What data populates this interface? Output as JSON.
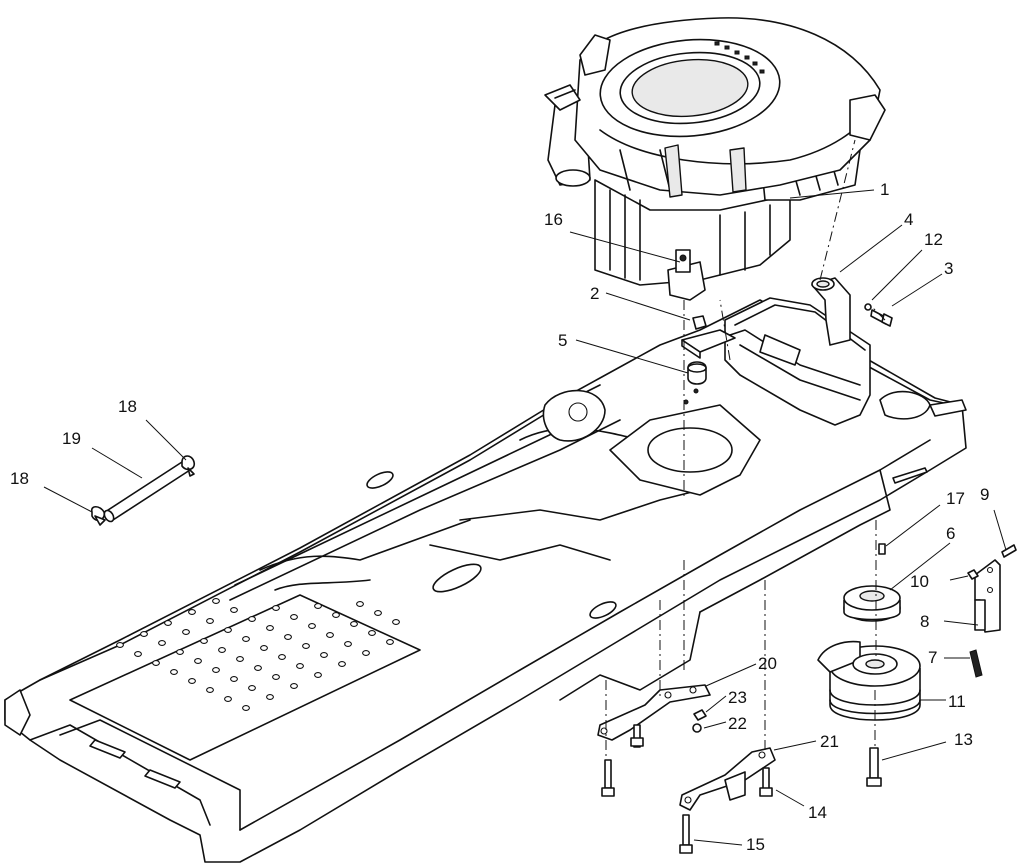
{
  "diagram": {
    "type": "exploded-parts-view",
    "callouts": [
      {
        "id": "c1",
        "label": "1"
      },
      {
        "id": "c2",
        "label": "2"
      },
      {
        "id": "c3",
        "label": "3"
      },
      {
        "id": "c4",
        "label": "4"
      },
      {
        "id": "c5",
        "label": "5"
      },
      {
        "id": "c6",
        "label": "6"
      },
      {
        "id": "c7",
        "label": "7"
      },
      {
        "id": "c8",
        "label": "8"
      },
      {
        "id": "c9",
        "label": "9"
      },
      {
        "id": "c10",
        "label": "10"
      },
      {
        "id": "c11",
        "label": "11"
      },
      {
        "id": "c12",
        "label": "12"
      },
      {
        "id": "c13",
        "label": "13"
      },
      {
        "id": "c14",
        "label": "14"
      },
      {
        "id": "c15",
        "label": "15"
      },
      {
        "id": "c16",
        "label": "16"
      },
      {
        "id": "c17",
        "label": "17"
      },
      {
        "id": "c18a",
        "label": "18"
      },
      {
        "id": "c18b",
        "label": "18"
      },
      {
        "id": "c19",
        "label": "19"
      },
      {
        "id": "c20",
        "label": "20"
      },
      {
        "id": "c21",
        "label": "21"
      },
      {
        "id": "c22",
        "label": "22"
      },
      {
        "id": "c23",
        "label": "23"
      }
    ]
  }
}
